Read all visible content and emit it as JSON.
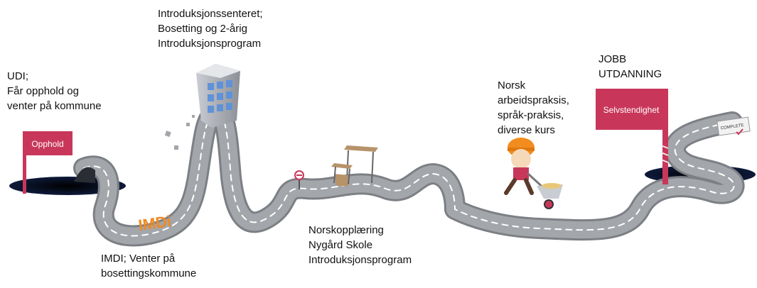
{
  "labels": {
    "udi": "UDI;\nFår opphold og\nventer på kommune",
    "intro_center": "Introduksjonssenteret;\nBosetting og 2-årig\nIntroduksjonsprogram",
    "imdi": "IMDI; Venter på\nbosettingskommune",
    "norsk_training": "Norskopplæring\nNygård Skole\nIntroduksjonsprogram",
    "norsk_practice": "Norsk\narbeidspraksis,\nspråk-praksis,\ndiverse kurs",
    "jobb": "JOBB\nUTDANNING"
  },
  "flags": {
    "opphold": "Opphold",
    "selvstendighet": "Selvstendighet"
  },
  "imdi_logo": "IMDi",
  "complete_sign": "COMPLETE",
  "colors": {
    "road": "#a3a6aa",
    "road_edge": "#7c7f84",
    "lane_mark": "#ffffff",
    "flag": "#c8375a",
    "hole": "#0e1a3a",
    "imdi_orange": "#f08a24",
    "building": "#7fa6d6"
  }
}
